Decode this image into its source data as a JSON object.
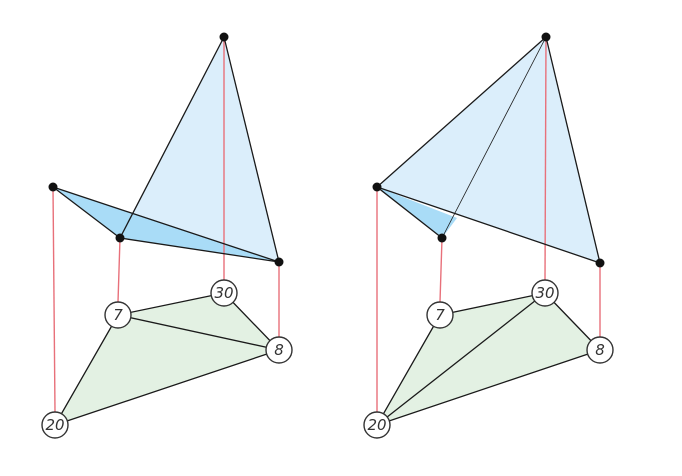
{
  "colors": {
    "edge": "#1a1a1a",
    "vertical": "#e8707a",
    "top_face": "#dbeefb",
    "top_face_dark": "#a9dcf7",
    "bottom_face": "#e3f1e3",
    "node_fill": "#ffffff",
    "node_stroke": "#333333",
    "dot": "#111111"
  },
  "diagrams": [
    {
      "id": "left",
      "nodes": [
        {
          "id": "n20",
          "label": "20"
        },
        {
          "id": "n7",
          "label": "7"
        },
        {
          "id": "n30",
          "label": "30"
        },
        {
          "id": "n8",
          "label": "8"
        }
      ]
    },
    {
      "id": "right",
      "nodes": [
        {
          "id": "n20",
          "label": "20"
        },
        {
          "id": "n7",
          "label": "7"
        },
        {
          "id": "n30",
          "label": "30"
        },
        {
          "id": "n8",
          "label": "8"
        }
      ]
    }
  ]
}
